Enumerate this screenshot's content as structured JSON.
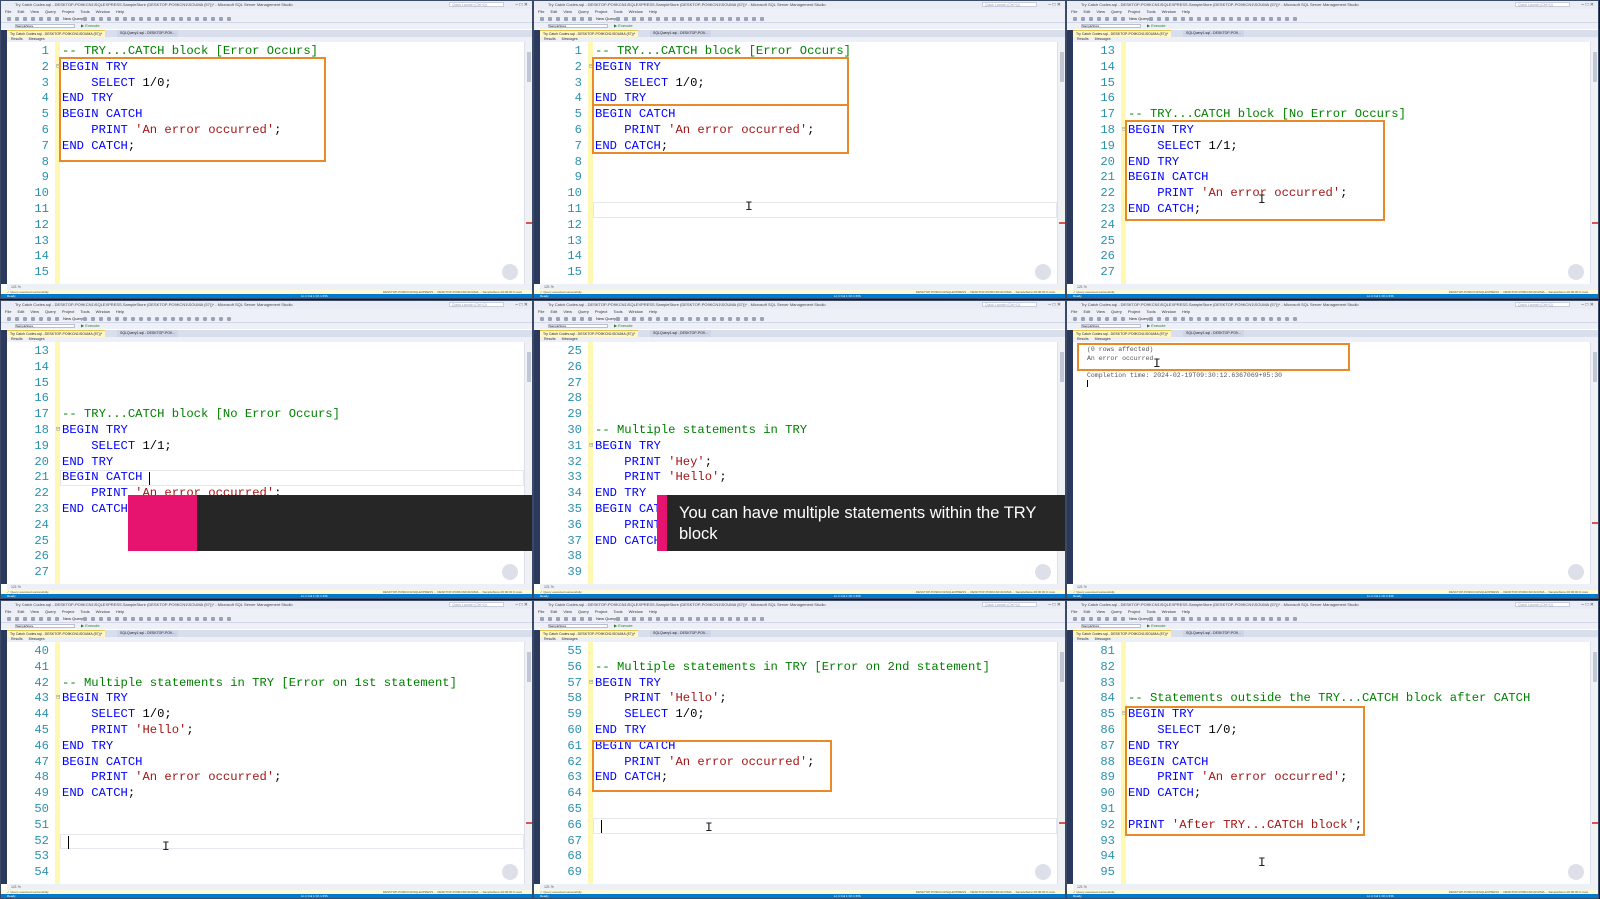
{
  "window": {
    "title": "Try Catch Codes.sql - DESKTOP-PO9KCN1\\SQLEXPRESS.SampleStore (DESKTOP-PO9KCN1\\SOUMA (57))* - Microsoft SQL Server Management Studio",
    "menu": [
      "File",
      "Edit",
      "View",
      "Query",
      "Project",
      "Tools",
      "Window",
      "Help"
    ],
    "new_query": "New Query",
    "execute": "Execute",
    "search_placeholder": "Quick Launch (Ctrl+Q)",
    "database": "SampleStore",
    "tab_active": "Try Catch Codes.sql - DESKTOP-PO9KCN1\\SOUMA (57))*",
    "tab_inactive": "SQLQuery1.sql - DESKTOP-PO9...",
    "results_tabs": [
      "Results",
      "Messages"
    ],
    "zoom": "121 %",
    "status_ok": "Query executed successfully.",
    "status_ready": "Ready",
    "status_server": "DESKTOP-PO9KCN1\\SQLEXPRESS ...   DESKTOP-PO9KCN1\\SOUMA ...   SampleStore   00:00:00   0 rows",
    "status_pos": "Ln 1     Col 1     Ch 1     INS"
  },
  "panels": [
    {
      "lines": [
        {
          "n": "1",
          "t": "-- TRY...CATCH block [Error Occurs]"
        },
        {
          "n": "2",
          "t": "BEGIN TRY"
        },
        {
          "n": "3",
          "t": "    SELECT 1/0;"
        },
        {
          "n": "4",
          "t": "END TRY"
        },
        {
          "n": "5",
          "t": "BEGIN CATCH"
        },
        {
          "n": "6",
          "t": "    PRINT 'An error occurred';"
        },
        {
          "n": "7",
          "t": "END CATCH;"
        },
        {
          "n": "8",
          "t": ""
        },
        {
          "n": "9",
          "t": ""
        },
        {
          "n": "10",
          "t": ""
        },
        {
          "n": "11",
          "t": ""
        },
        {
          "n": "12",
          "t": ""
        },
        {
          "n": "13",
          "t": ""
        },
        {
          "n": "14",
          "t": ""
        },
        {
          "n": "15",
          "t": ""
        }
      ]
    },
    {
      "lines": [
        {
          "n": "1",
          "t": "-- TRY...CATCH block [Error Occurs]"
        },
        {
          "n": "2",
          "t": "BEGIN TRY"
        },
        {
          "n": "3",
          "t": "    SELECT 1/0;"
        },
        {
          "n": "4",
          "t": "END TRY"
        },
        {
          "n": "5",
          "t": "BEGIN CATCH"
        },
        {
          "n": "6",
          "t": "    PRINT 'An error occurred';"
        },
        {
          "n": "7",
          "t": "END CATCH;"
        },
        {
          "n": "8",
          "t": ""
        },
        {
          "n": "9",
          "t": ""
        },
        {
          "n": "10",
          "t": ""
        },
        {
          "n": "11",
          "t": ""
        },
        {
          "n": "12",
          "t": ""
        },
        {
          "n": "13",
          "t": ""
        },
        {
          "n": "14",
          "t": ""
        },
        {
          "n": "15",
          "t": ""
        }
      ]
    },
    {
      "lines": [
        {
          "n": "13",
          "t": ""
        },
        {
          "n": "14",
          "t": ""
        },
        {
          "n": "15",
          "t": ""
        },
        {
          "n": "16",
          "t": ""
        },
        {
          "n": "17",
          "t": "-- TRY...CATCH block [No Error Occurs]"
        },
        {
          "n": "18",
          "t": "BEGIN TRY"
        },
        {
          "n": "19",
          "t": "    SELECT 1/1;"
        },
        {
          "n": "20",
          "t": "END TRY"
        },
        {
          "n": "21",
          "t": "BEGIN CATCH"
        },
        {
          "n": "22",
          "t": "    PRINT 'An error occurred';"
        },
        {
          "n": "23",
          "t": "END CATCH;"
        },
        {
          "n": "24",
          "t": ""
        },
        {
          "n": "25",
          "t": ""
        },
        {
          "n": "26",
          "t": ""
        },
        {
          "n": "27",
          "t": ""
        }
      ]
    },
    {
      "lines": [
        {
          "n": "13",
          "t": ""
        },
        {
          "n": "14",
          "t": ""
        },
        {
          "n": "15",
          "t": ""
        },
        {
          "n": "16",
          "t": ""
        },
        {
          "n": "17",
          "t": "-- TRY...CATCH block [No Error Occurs]"
        },
        {
          "n": "18",
          "t": "BEGIN TRY"
        },
        {
          "n": "19",
          "t": "    SELECT 1/1;"
        },
        {
          "n": "20",
          "t": "END TRY"
        },
        {
          "n": "21",
          "t": "BEGIN CATCH"
        },
        {
          "n": "22",
          "t": "    PRINT 'An error occurred';"
        },
        {
          "n": "23",
          "t": "END CATCH;"
        },
        {
          "n": "24",
          "t": ""
        },
        {
          "n": "25",
          "t": ""
        },
        {
          "n": "26",
          "t": ""
        },
        {
          "n": "27",
          "t": ""
        }
      ]
    },
    {
      "lines": [
        {
          "n": "25",
          "t": ""
        },
        {
          "n": "26",
          "t": ""
        },
        {
          "n": "27",
          "t": ""
        },
        {
          "n": "28",
          "t": ""
        },
        {
          "n": "29",
          "t": ""
        },
        {
          "n": "30",
          "t": "-- Multiple statements in TRY"
        },
        {
          "n": "31",
          "t": "BEGIN TRY"
        },
        {
          "n": "32",
          "t": "    PRINT 'Hey';"
        },
        {
          "n": "33",
          "t": "    PRINT 'Hello';"
        },
        {
          "n": "34",
          "t": "END TRY"
        },
        {
          "n": "35",
          "t": "BEGIN CATCH"
        },
        {
          "n": "36",
          "t": "    PRINT 'An error occurred';"
        },
        {
          "n": "37",
          "t": "END CATCH;"
        },
        {
          "n": "38",
          "t": ""
        },
        {
          "n": "39",
          "t": ""
        }
      ],
      "caption": "You can have multiple statements within the TRY block"
    },
    {
      "messages": [
        "(0 rows affected)",
        "An error occurred",
        "",
        "Completion time: 2024-02-19T09:30:12.6367069+05:30"
      ]
    },
    {
      "lines": [
        {
          "n": "40",
          "t": ""
        },
        {
          "n": "41",
          "t": ""
        },
        {
          "n": "42",
          "t": "-- Multiple statements in TRY [Error on 1st statement]"
        },
        {
          "n": "43",
          "t": "BEGIN TRY"
        },
        {
          "n": "44",
          "t": "    SELECT 1/0;"
        },
        {
          "n": "45",
          "t": "    PRINT 'Hello';"
        },
        {
          "n": "46",
          "t": "END TRY"
        },
        {
          "n": "47",
          "t": "BEGIN CATCH"
        },
        {
          "n": "48",
          "t": "    PRINT 'An error occurred';"
        },
        {
          "n": "49",
          "t": "END CATCH;"
        },
        {
          "n": "50",
          "t": ""
        },
        {
          "n": "51",
          "t": ""
        },
        {
          "n": "52",
          "t": ""
        },
        {
          "n": "53",
          "t": ""
        },
        {
          "n": "54",
          "t": ""
        }
      ]
    },
    {
      "lines": [
        {
          "n": "55",
          "t": ""
        },
        {
          "n": "56",
          "t": "-- Multiple statements in TRY [Error on 2nd statement]"
        },
        {
          "n": "57",
          "t": "BEGIN TRY"
        },
        {
          "n": "58",
          "t": "    PRINT 'Hello';"
        },
        {
          "n": "59",
          "t": "    SELECT 1/0;"
        },
        {
          "n": "60",
          "t": "END TRY"
        },
        {
          "n": "61",
          "t": "BEGIN CATCH"
        },
        {
          "n": "62",
          "t": "    PRINT 'An error occurred';"
        },
        {
          "n": "63",
          "t": "END CATCH;"
        },
        {
          "n": "64",
          "t": ""
        },
        {
          "n": "65",
          "t": ""
        },
        {
          "n": "66",
          "t": ""
        },
        {
          "n": "67",
          "t": ""
        },
        {
          "n": "68",
          "t": ""
        },
        {
          "n": "69",
          "t": ""
        }
      ]
    },
    {
      "lines": [
        {
          "n": "81",
          "t": ""
        },
        {
          "n": "82",
          "t": ""
        },
        {
          "n": "83",
          "t": ""
        },
        {
          "n": "84",
          "t": "-- Statements outside the TRY...CATCH block after CATCH"
        },
        {
          "n": "85",
          "t": "BEGIN TRY"
        },
        {
          "n": "86",
          "t": "    SELECT 1/0;"
        },
        {
          "n": "87",
          "t": "END TRY"
        },
        {
          "n": "88",
          "t": "BEGIN CATCH"
        },
        {
          "n": "89",
          "t": "    PRINT 'An error occurred';"
        },
        {
          "n": "90",
          "t": "END CATCH;"
        },
        {
          "n": "91",
          "t": ""
        },
        {
          "n": "92",
          "t": "PRINT 'After TRY...CATCH block';"
        },
        {
          "n": "93",
          "t": ""
        },
        {
          "n": "94",
          "t": ""
        },
        {
          "n": "95",
          "t": ""
        }
      ]
    }
  ],
  "colors": {
    "highlight": "#e8892a",
    "caption_bg": "#262626",
    "caption_accent": "#e6136f",
    "comment": "#008000",
    "keyword": "#0000ff",
    "string": "#a31515",
    "line_number": "#2b91af"
  },
  "icons": [
    "ibeam-cursor-icon",
    "fold-toggle-icon",
    "close-icon",
    "minimize-icon",
    "maximize-icon"
  ]
}
